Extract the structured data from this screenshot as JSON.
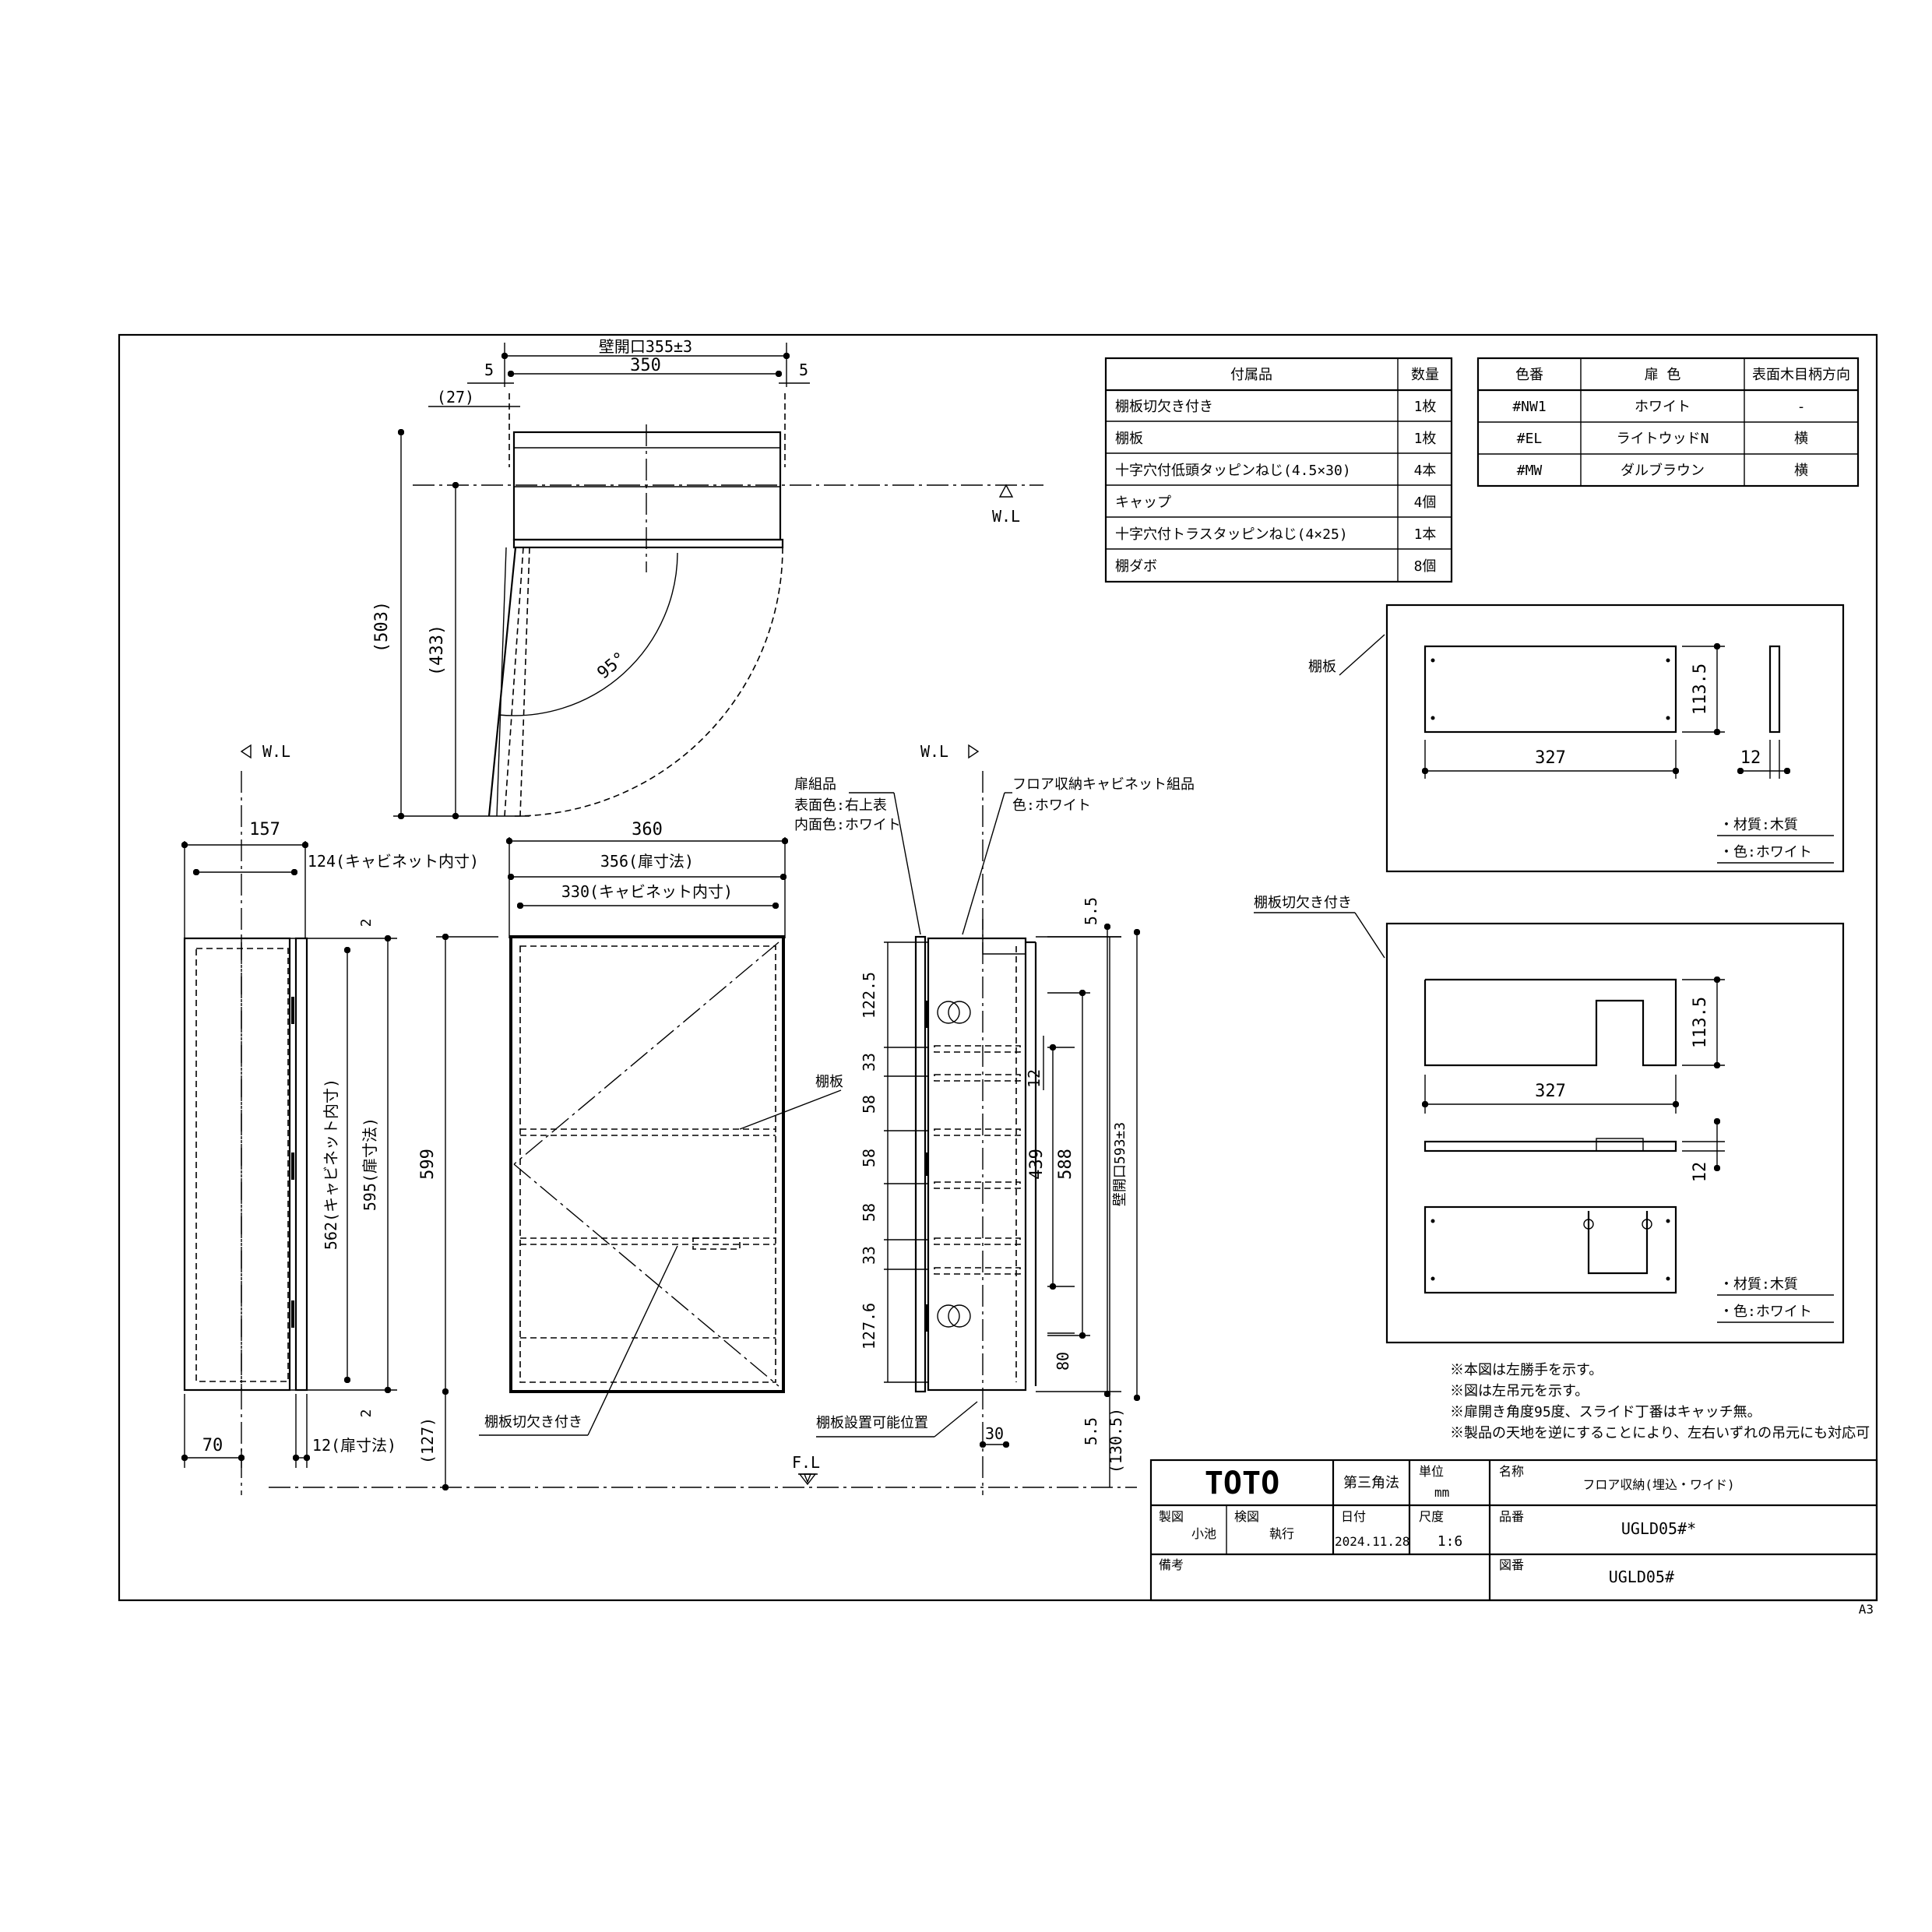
{
  "top_view": {
    "wall_opening": "壁開口355±3",
    "width": "350",
    "gap_left": "5",
    "gap_right": "5",
    "offset": "(27)",
    "depth_total": "(503)",
    "depth_inner": "(433)",
    "angle": "95°",
    "wl": "W.L"
  },
  "left_view": {
    "wl": "W.L",
    "depth_total": "157",
    "depth_inner": "124(キャビネット内寸)",
    "height_inner": "562(キャビネット内寸)",
    "height_door": "595(扉寸法)",
    "gap_top": "2",
    "gap_bottom": "2",
    "bottom_depth": "70",
    "door_thickness": "12(扉寸法)"
  },
  "front_view": {
    "width_total": "360",
    "width_door": "356(扉寸法)",
    "width_inner": "330(キャビネット内寸)",
    "height": "599",
    "floor_gap": "(127)",
    "shelf_label": "棚板",
    "notched_shelf_label": "棚板切欠き付き",
    "fl": "F.L"
  },
  "side_view": {
    "wl": "W.L",
    "door_assembly": "扉組品",
    "door_colors": [
      "表面色:右上表",
      "内面色:ホワイト"
    ],
    "cabinet_assembly": "フロア収納キャビネット組品",
    "cabinet_color": "色:ホワイト",
    "pitches": [
      "122.5",
      "33",
      "58",
      "58",
      "58",
      "33",
      "127.6"
    ],
    "top_gap": "5.5",
    "bottom_gap": "5.5",
    "bottom_offset": "(130.5)",
    "shelf_pin": "12",
    "range_439": "439",
    "range_588": "588",
    "opening_h": "壁開口593±3",
    "dim_80": "80",
    "dim_30": "30",
    "shelf_position_label": "棚板設置可能位置"
  },
  "accessories": {
    "headers": [
      "付属品",
      "数量"
    ],
    "rows": [
      [
        "棚板切欠き付き",
        "1枚"
      ],
      [
        "棚板",
        "1枚"
      ],
      [
        "十字穴付低頭タッピンねじ(4.5×30)",
        "4本"
      ],
      [
        "キャップ",
        "4個"
      ],
      [
        "十字穴付トラスタッピンねじ(4×25)",
        "1本"
      ],
      [
        "棚ダボ",
        "8個"
      ]
    ]
  },
  "colors": {
    "headers": [
      "色番",
      "扉 色",
      "表面木目柄方向"
    ],
    "rows": [
      [
        "#NW1",
        "ホワイト",
        "-"
      ],
      [
        "#EL",
        "ライトウッドN",
        "横"
      ],
      [
        "#MW",
        "ダルブラウン",
        "横"
      ]
    ]
  },
  "shelf_detail": {
    "label": "棚板",
    "width": "327",
    "depth": "113.5",
    "thickness": "12",
    "material": "・材質:木質",
    "color": "・色:ホワイト"
  },
  "notched_shelf_detail": {
    "label": "棚板切欠き付き",
    "width": "327",
    "depth": "113.5",
    "thickness": "12",
    "material": "・材質:木質",
    "color": "・色:ホワイト"
  },
  "notes": [
    "※本図は左勝手を示す。",
    "※図は左吊元を示す。",
    "※扉開き角度95度、スライド丁番はキャッチ無。",
    "※製品の天地を逆にすることにより、左右いずれの吊元にも対応可"
  ],
  "title_block": {
    "logo": "TOTO",
    "projection": "第三角法",
    "unit_label": "単位",
    "unit_value": "mm",
    "name_label": "名称",
    "name_value": "フロア収納(埋込・ワイド)",
    "drawn_label": "製図",
    "drawn_value": "小池",
    "checked_label": "検図",
    "checked_value": "執行",
    "date_label": "日付",
    "date_value": "2024.11.28",
    "scale_label": "尺度",
    "scale_value": "1:6",
    "product_label": "品番",
    "product_value": "UGLD05#*",
    "remarks_label": "備考",
    "drawing_label": "図番",
    "drawing_value": "UGLD05#",
    "sheet": "A3"
  }
}
